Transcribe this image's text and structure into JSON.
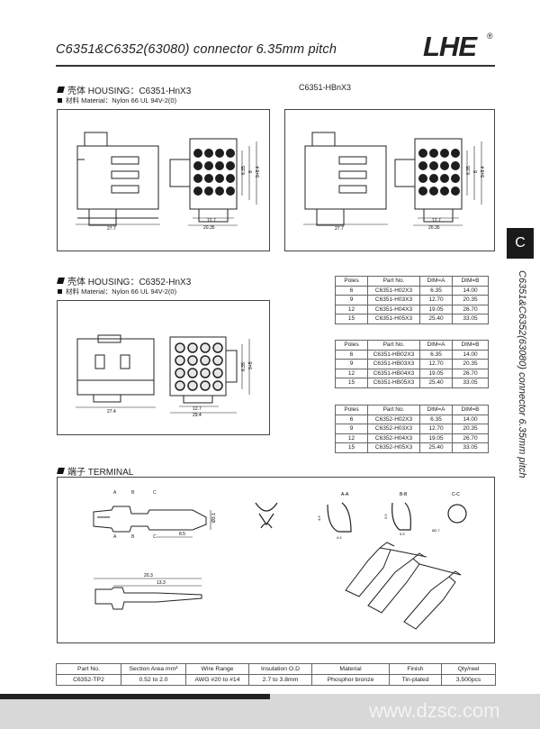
{
  "header": {
    "title": "C6351&C6352(63080) connector 6.35mm pitch",
    "logo": "LHE",
    "logo_mark": "®"
  },
  "side_tab": {
    "letter": "C",
    "vertical_title": "C6351&C6352(63080) connector 6.35mm pitch"
  },
  "housing1": {
    "heading": "壳体 HOUSING：C6351-HnX3",
    "material": "材料 Material：Nylon 66 UL 94V-2(0)",
    "alt_part": "C6351-HBnX3",
    "dims": {
      "bottom": "27.7",
      "w1": "12.7",
      "w2": "20.35",
      "h1": "6.35",
      "h2": "8",
      "h3": "9+9.4"
    }
  },
  "housing2": {
    "heading": "壳体 HOUSING：C6352-HnX3",
    "material": "材料 Material：Nylon 66 UL 94V-2(0)",
    "dims": {
      "bottom": "27.4",
      "w1": "12.7",
      "w2": "29.4",
      "h1": "6.35",
      "h2": "9+5"
    }
  },
  "tables": [
    {
      "headers": [
        "Poles",
        "Part No.",
        "DIM=A",
        "DIM=B"
      ],
      "rows": [
        [
          "6",
          "C6351-H02X3",
          "6.35",
          "14.00"
        ],
        [
          "9",
          "C6351-H03X3",
          "12.70",
          "20.35"
        ],
        [
          "12",
          "C6351-H04X3",
          "19.05",
          "26.70"
        ],
        [
          "15",
          "C6351-H05X3",
          "25.40",
          "33.05"
        ]
      ]
    },
    {
      "headers": [
        "Poles",
        "Part No.",
        "DIM=A",
        "DIM=B"
      ],
      "rows": [
        [
          "6",
          "C6351-HB02X3",
          "6.35",
          "14.00"
        ],
        [
          "9",
          "C6351-HB03X3",
          "12.70",
          "20.35"
        ],
        [
          "12",
          "C6351-HB04X3",
          "19.05",
          "26.70"
        ],
        [
          "15",
          "C6351-HB05X3",
          "25.40",
          "33.05"
        ]
      ]
    },
    {
      "headers": [
        "Poles",
        "Part No.",
        "DIM=A",
        "DIM=B"
      ],
      "rows": [
        [
          "6",
          "C6352-H02X3",
          "6.35",
          "14.00"
        ],
        [
          "9",
          "C6352-H03X3",
          "12.70",
          "20.35"
        ],
        [
          "12",
          "C6352-H04X3",
          "19.05",
          "26.70"
        ],
        [
          "15",
          "C6352-H05X3",
          "25.40",
          "33.05"
        ]
      ]
    }
  ],
  "terminal": {
    "heading": "端子 TERMINAL",
    "section_labels": {
      "a": "A",
      "b": "B",
      "c": "C",
      "aa": "A-A",
      "bb": "B-B",
      "cc": "C-C"
    },
    "dims": {
      "d1": "20.3",
      "d2": "13.3",
      "d3": "8.5",
      "d4": "4.6",
      "d5": "4.4",
      "d6": "3.5",
      "d7": "3.5",
      "d8": "Ø2.7",
      "d9": "Ø3.1"
    }
  },
  "spec_table": {
    "headers": [
      "Part No.",
      "Section Area mm²",
      "Wire Range",
      "Insulation O.D",
      "Material",
      "Finish",
      "Qty/reel"
    ],
    "rows": [
      [
        "C6352-TP2",
        "0.52 to 2.0",
        "AWG #20 to #14",
        "2.7 to 3.8mm",
        "Phosphor bronze",
        "Tin-plated",
        "3,500pcs"
      ]
    ]
  },
  "watermark": "www.dzsc.com"
}
